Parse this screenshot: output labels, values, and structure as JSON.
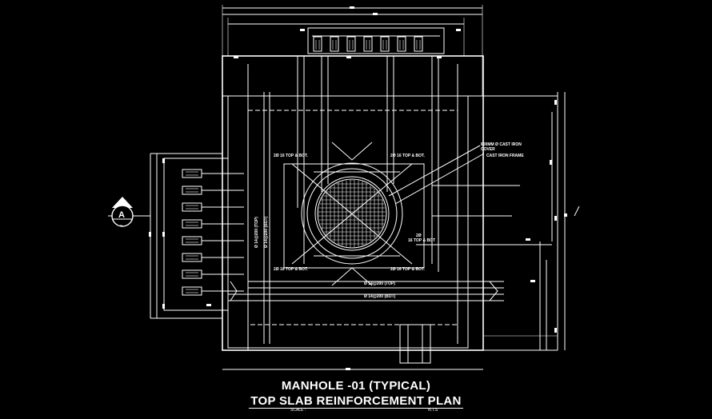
{
  "title": "MANHOLE -01 (TYPICAL)",
  "subtitle": "TOP SLAB REINFORCEMENT PLAN",
  "scale_label": "SCALE :",
  "scale_value": "N.T.S",
  "section_marker": {
    "letter": "A",
    "sheet": "-"
  },
  "annotations": {
    "rebar_top_bot_1": "2Ø 16 TOP & BOT.",
    "rebar_top_bot_2": "2Ø 16 TOP & BOT.",
    "rebar_top_bot_3": "2Ø 16 TOP & BOT.",
    "rebar_top_bot_4": "2Ø 16 TOP & BOT.",
    "cover_note_1": "600MM Ø CAST IRON",
    "cover_note_2": "COVER",
    "frame_note": "CAST IRON FRAME",
    "horiz_top": "Ø 14@200 (TOP)",
    "horiz_bot": "Ø 14@200 (BOT)",
    "vert_top": "Ø 14@200 (TOP)",
    "vert_bot": "Ø 14@200 (BOT)",
    "trim_bar_1": "2Ø",
    "trim_bar_2": "16 TOP & BOT"
  }
}
